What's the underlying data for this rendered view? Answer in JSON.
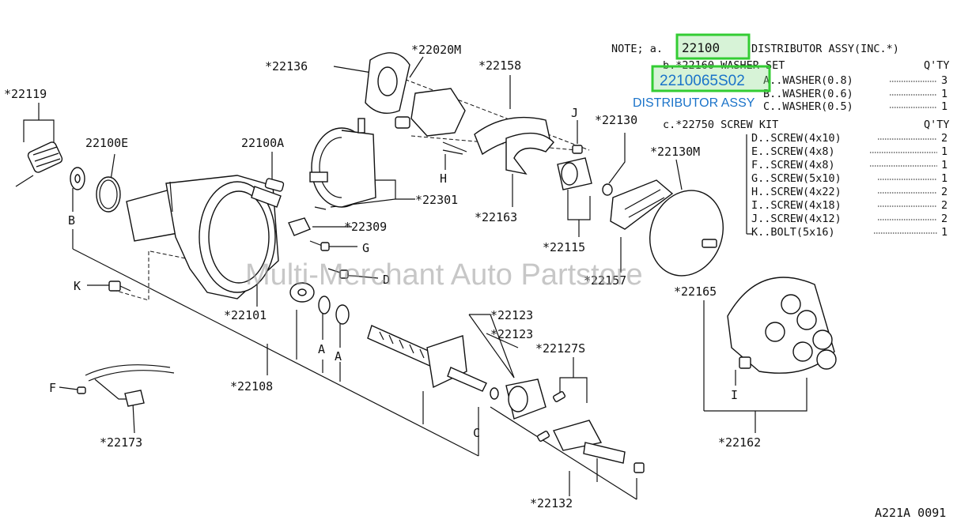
{
  "labels": {
    "p22119": "*22119",
    "p22100E": "22100E",
    "p22100A": "22100A",
    "p22136": "*22136",
    "p22020M": "*22020M",
    "p22158": "*22158",
    "p22301": "*22301",
    "p22163": "*22163",
    "p22309": "*22309",
    "p22130": "*22130",
    "p22130M": "*22130M",
    "p22115": "*22115",
    "p22157": "*22157",
    "p22165": "*22165",
    "p22101": "*22101",
    "p22108": "*22108",
    "p22123a": "*22123",
    "p22123b": "*22123",
    "p22127S": "*22127S",
    "p22173": "*22173",
    "p22132": "*22132",
    "p22162": "*22162",
    "lB": "B",
    "lK": "K",
    "lF": "F",
    "lG": "G",
    "lD": "D",
    "lH": "H",
    "lJ": "J",
    "lA1": "A",
    "lA2": "A",
    "lC": "C",
    "lI": "I"
  },
  "note": {
    "line1_prefix": "NOTE; a.",
    "line1_part": "22100",
    "line1_suffix": "DISTRIBUTOR ASSY(INC.*)",
    "line2": "b.*22160 WASHER SET",
    "qty_header": "Q'TY",
    "washer_rows": [
      {
        "text": "A..WASHER(0.8)",
        "qty": "3"
      },
      {
        "text": "B..WASHER(0.6)",
        "qty": "1"
      },
      {
        "text": "C..WASHER(0.5)",
        "qty": "1"
      }
    ],
    "line3": "c.*22750 SCREW KIT",
    "screw_rows": [
      {
        "text": "D..SCREW(4x10)",
        "qty": "2"
      },
      {
        "text": "E..SCREW(4x8)",
        "qty": "1"
      },
      {
        "text": "F..SCREW(4x8)",
        "qty": "1"
      },
      {
        "text": "G..SCREW(5x10)",
        "qty": "1"
      },
      {
        "text": "H..SCREW(4x22)",
        "qty": "2"
      },
      {
        "text": "I..SCREW(4x18)",
        "qty": "2"
      },
      {
        "text": "J..SCREW(4x12)",
        "qty": "2"
      },
      {
        "text": "K..BOLT(5x16)",
        "qty": "1"
      }
    ]
  },
  "highlight": {
    "part_number": "2210065S02",
    "name": "DISTRIBUTOR ASSY",
    "color": "#1a73c9",
    "box_color": "#33cc33"
  },
  "watermark": "Multi-Merchant Auto Partstore",
  "figure_code": "A221A 0091"
}
